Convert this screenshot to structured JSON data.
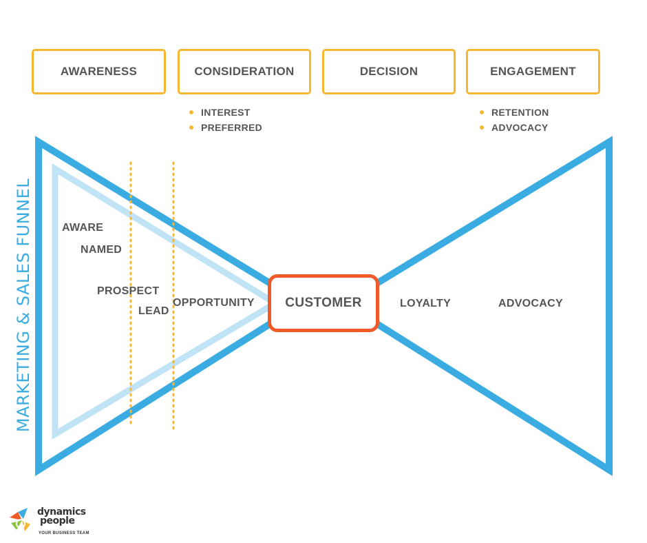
{
  "stages": [
    {
      "label": "AWARENESS"
    },
    {
      "label": "CONSIDERATION"
    },
    {
      "label": "DECISION"
    },
    {
      "label": "ENGAGEMENT"
    }
  ],
  "consideration_bullets": [
    "INTEREST",
    "PREFERRED"
  ],
  "engagement_bullets": [
    "RETENTION",
    "ADVOCACY"
  ],
  "funnel_title": "MARKETING & SALES FUNNEL",
  "funnel_labels": {
    "aware": "AWARE",
    "named": "NAMED",
    "prospect": "PROSPECT",
    "lead": "LEAD",
    "opportunity": "OPPORTUNITY"
  },
  "center_label": "CUSTOMER",
  "post_sale_labels": {
    "loyalty": "LOYALTY",
    "advocacy": "ADVOCACY"
  },
  "logo": {
    "line1": "dynamics",
    "line2": "people",
    "tagline": "YOUR BUSINESS TEAM"
  },
  "colors": {
    "stage_border": "#f7b733",
    "funnel_blue": "#3aace2",
    "funnel_light_blue": "#c0e3f5",
    "customer_border": "#f05a28",
    "divider_dots": "#f7b733",
    "text": "#555555"
  },
  "icons": {
    "bullet": "orange-dot-icon",
    "logo_mark": "dynamics-people-logo-icon"
  }
}
